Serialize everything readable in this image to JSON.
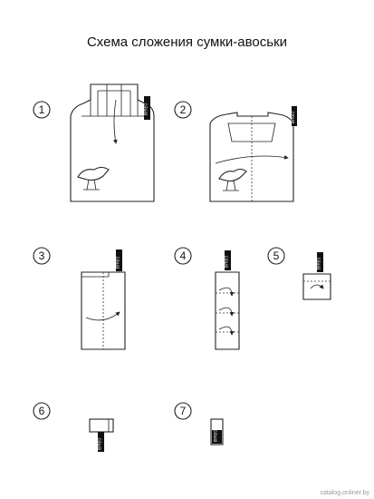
{
  "title": "Схема сложения сумки-авоськи",
  "steps": [
    {
      "number": "1"
    },
    {
      "number": "2"
    },
    {
      "number": "3"
    },
    {
      "number": "4"
    },
    {
      "number": "5"
    },
    {
      "number": "6"
    },
    {
      "number": "7"
    }
  ],
  "tag_text": "BYREO",
  "watermark": "catalog.onliner.by",
  "colors": {
    "line": "#222222",
    "tag": "#111111",
    "background": "#ffffff"
  }
}
